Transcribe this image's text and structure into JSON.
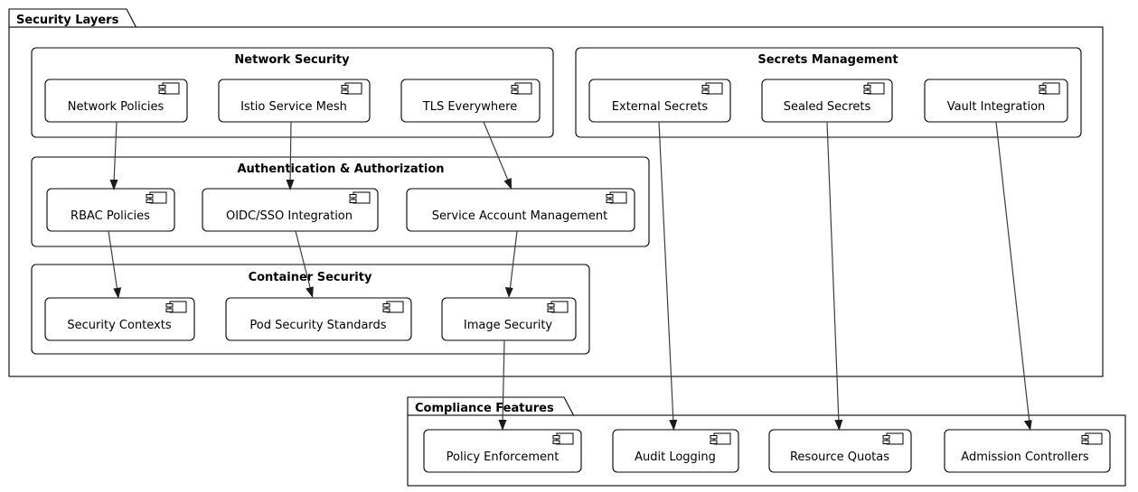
{
  "diagram": {
    "type": "uml-component-diagram",
    "background_color": "#ffffff",
    "line_color": "#000000",
    "edge_color": "#3d3d3d",
    "packages": [
      {
        "id": "security-layers",
        "title": "Security Layers",
        "groups": [
          {
            "id": "network-security",
            "title": "Network Security",
            "components": [
              {
                "id": "network-policies",
                "label": "Network Policies",
                "icon": "component-icon"
              },
              {
                "id": "istio-service-mesh",
                "label": "Istio Service Mesh",
                "icon": "component-icon"
              },
              {
                "id": "tls-everywhere",
                "label": "TLS Everywhere",
                "icon": "component-icon"
              }
            ]
          },
          {
            "id": "secrets-management",
            "title": "Secrets Management",
            "components": [
              {
                "id": "external-secrets",
                "label": "External Secrets",
                "icon": "component-icon"
              },
              {
                "id": "sealed-secrets",
                "label": "Sealed Secrets",
                "icon": "component-icon"
              },
              {
                "id": "vault-integration",
                "label": "Vault Integration",
                "icon": "component-icon"
              }
            ]
          },
          {
            "id": "authentication-authorization",
            "title": "Authentication & Authorization",
            "components": [
              {
                "id": "rbac-policies",
                "label": "RBAC Policies",
                "icon": "component-icon"
              },
              {
                "id": "oidc-sso-integration",
                "label": "OIDC/SSO Integration",
                "icon": "component-icon"
              },
              {
                "id": "service-account-management",
                "label": "Service Account Management",
                "icon": "component-icon"
              }
            ]
          },
          {
            "id": "container-security",
            "title": "Container Security",
            "components": [
              {
                "id": "security-contexts",
                "label": "Security Contexts",
                "icon": "component-icon"
              },
              {
                "id": "pod-security-standards",
                "label": "Pod Security Standards",
                "icon": "component-icon"
              },
              {
                "id": "image-security",
                "label": "Image Security",
                "icon": "component-icon"
              }
            ]
          }
        ]
      },
      {
        "id": "compliance-features",
        "title": "Compliance Features",
        "groups": [],
        "components": [
          {
            "id": "policy-enforcement",
            "label": "Policy Enforcement",
            "icon": "component-icon"
          },
          {
            "id": "audit-logging",
            "label": "Audit Logging",
            "icon": "component-icon"
          },
          {
            "id": "resource-quotas",
            "label": "Resource Quotas",
            "icon": "component-icon"
          },
          {
            "id": "admission-controllers",
            "label": "Admission Controllers",
            "icon": "component-icon"
          }
        ]
      }
    ],
    "edges": [
      {
        "from": "network-policies",
        "to": "rbac-policies"
      },
      {
        "from": "istio-service-mesh",
        "to": "oidc-sso-integration"
      },
      {
        "from": "tls-everywhere",
        "to": "service-account-management"
      },
      {
        "from": "rbac-policies",
        "to": "security-contexts"
      },
      {
        "from": "oidc-sso-integration",
        "to": "pod-security-standards"
      },
      {
        "from": "service-account-management",
        "to": "image-security"
      },
      {
        "from": "image-security",
        "to": "policy-enforcement"
      },
      {
        "from": "external-secrets",
        "to": "audit-logging"
      },
      {
        "from": "sealed-secrets",
        "to": "resource-quotas"
      },
      {
        "from": "vault-integration",
        "to": "admission-controllers"
      }
    ]
  }
}
